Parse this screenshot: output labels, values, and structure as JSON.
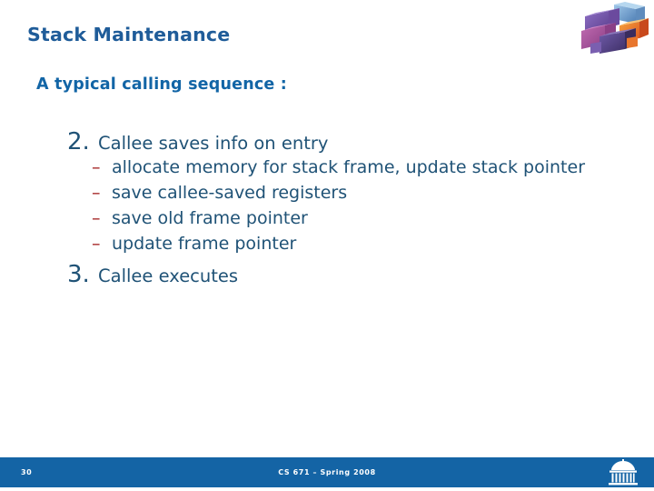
{
  "slide": {
    "title": "Stack Maintenance",
    "subtitle": "A typical calling sequence :",
    "items": [
      {
        "number": "2.",
        "text": "Callee saves info on entry",
        "sub_items": [
          "allocate memory for stack frame, update stack pointer",
          "save callee-saved registers",
          "save old frame pointer",
          "update frame pointer"
        ]
      },
      {
        "number": "3.",
        "text": "Callee executes",
        "sub_items": []
      }
    ]
  },
  "footer": {
    "page_number": "30",
    "center_text": "CS 671 – Spring 2008",
    "logo_name": "rotunda-logo",
    "bar_color": "#1464a5"
  },
  "decoration": {
    "graphic_name": "isometric-blocks-graphic"
  },
  "colors": {
    "title": "#1f5c99",
    "subtitle": "#1265a6",
    "body_text": "#1f5276",
    "dash_bullet": "#a32222",
    "footer_bar": "#1464a5",
    "background": "#ffffff"
  }
}
